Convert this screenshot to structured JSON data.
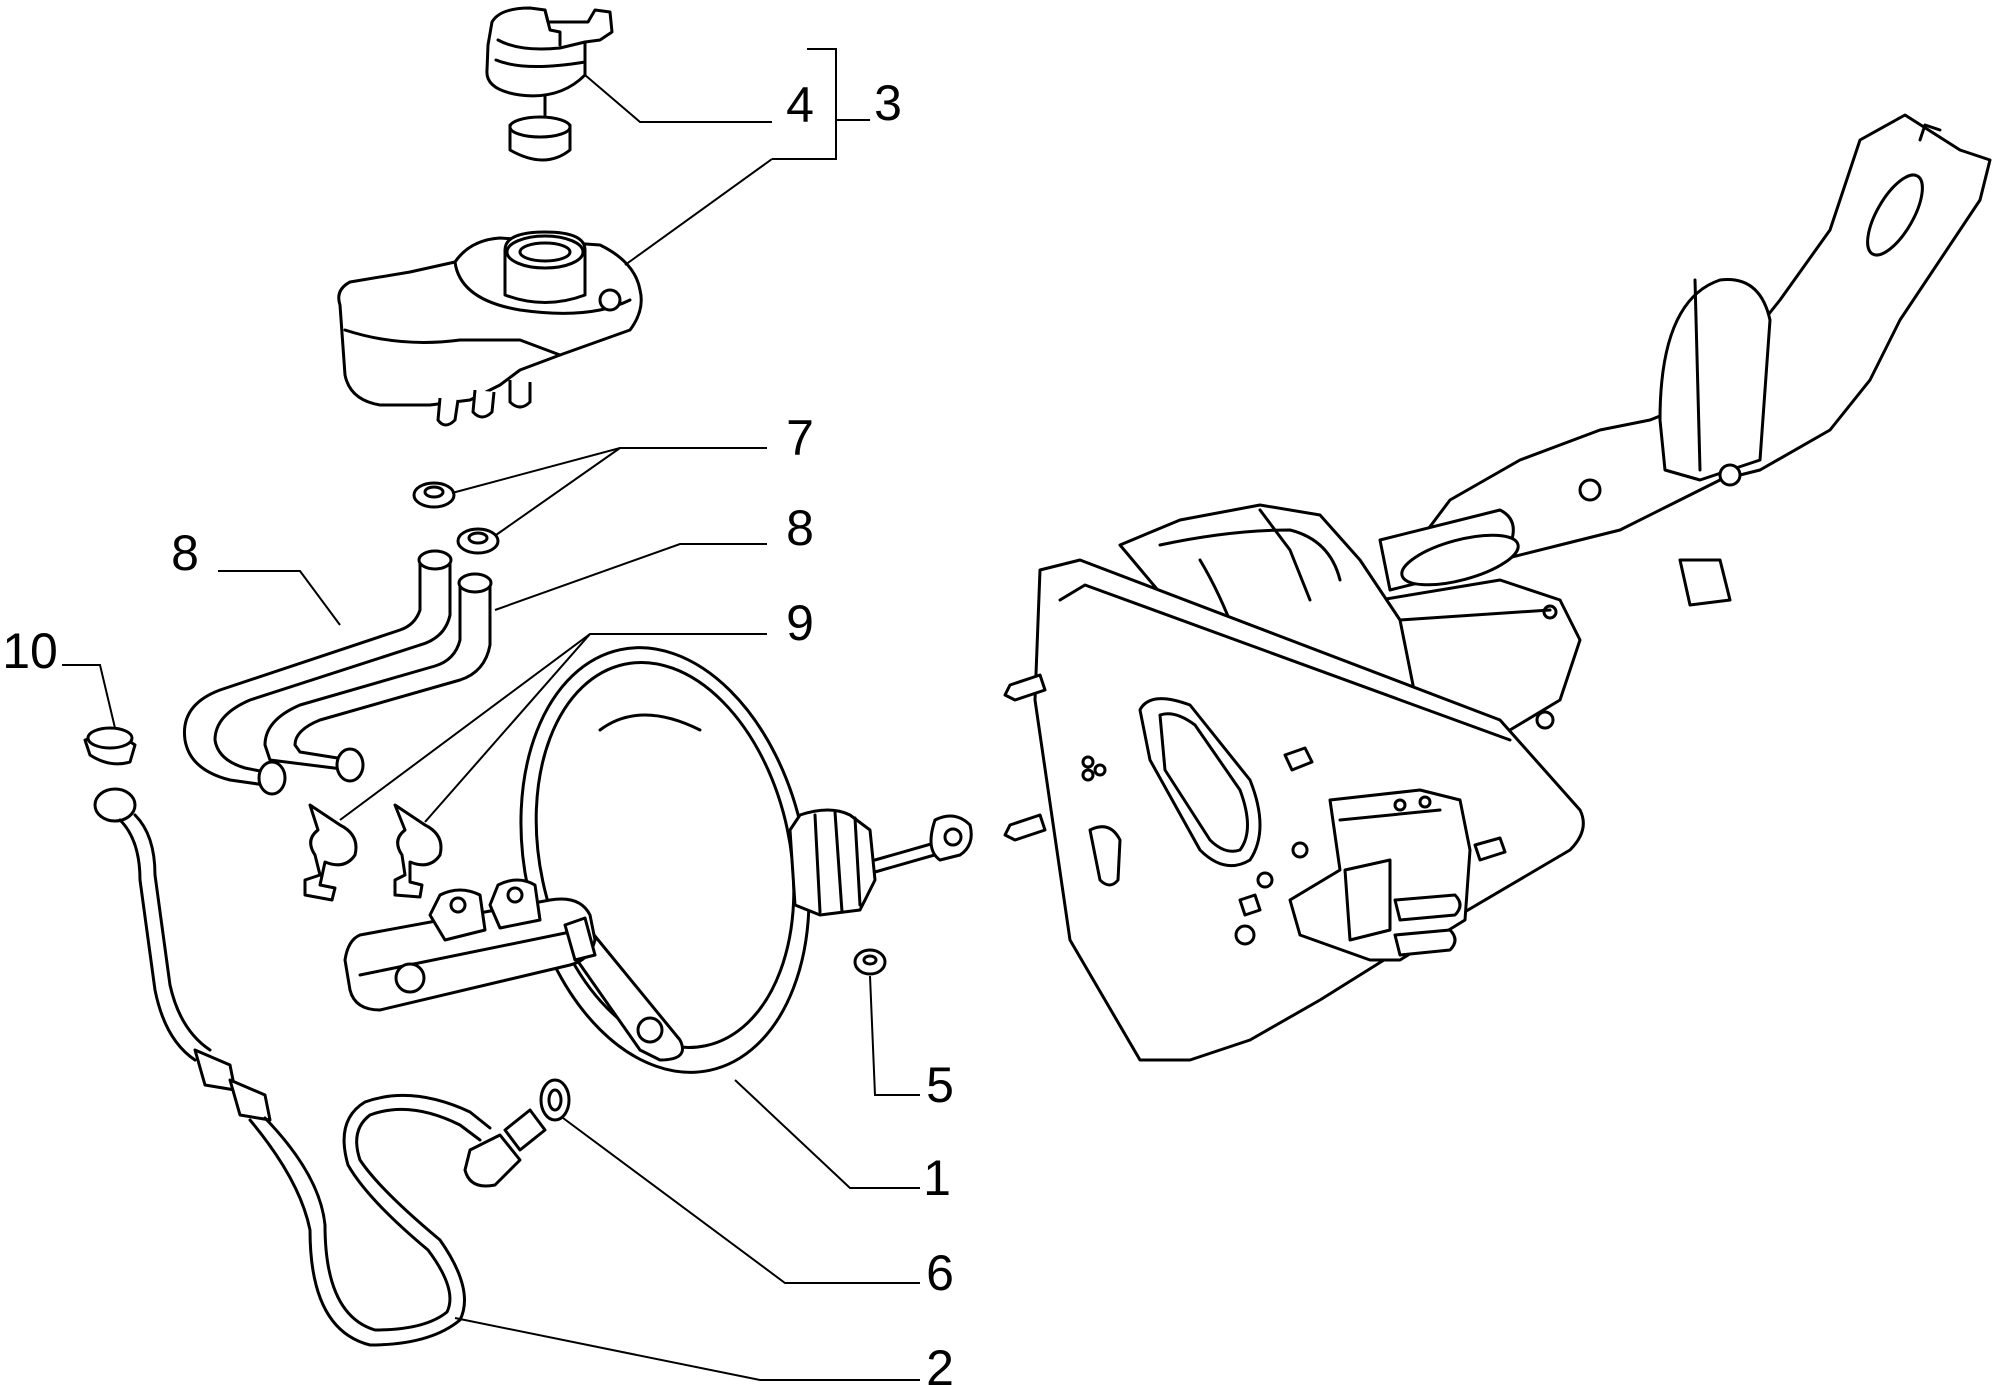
{
  "diagram": {
    "callouts": [
      {
        "id": "1",
        "label": "1"
      },
      {
        "id": "2",
        "label": "2"
      },
      {
        "id": "3",
        "label": "3"
      },
      {
        "id": "4",
        "label": "4"
      },
      {
        "id": "5",
        "label": "5"
      },
      {
        "id": "6",
        "label": "6"
      },
      {
        "id": "7",
        "label": "7"
      },
      {
        "id": "8a",
        "label": "8"
      },
      {
        "id": "8b",
        "label": "8"
      },
      {
        "id": "9",
        "label": "9"
      },
      {
        "id": "10",
        "label": "10"
      }
    ]
  }
}
